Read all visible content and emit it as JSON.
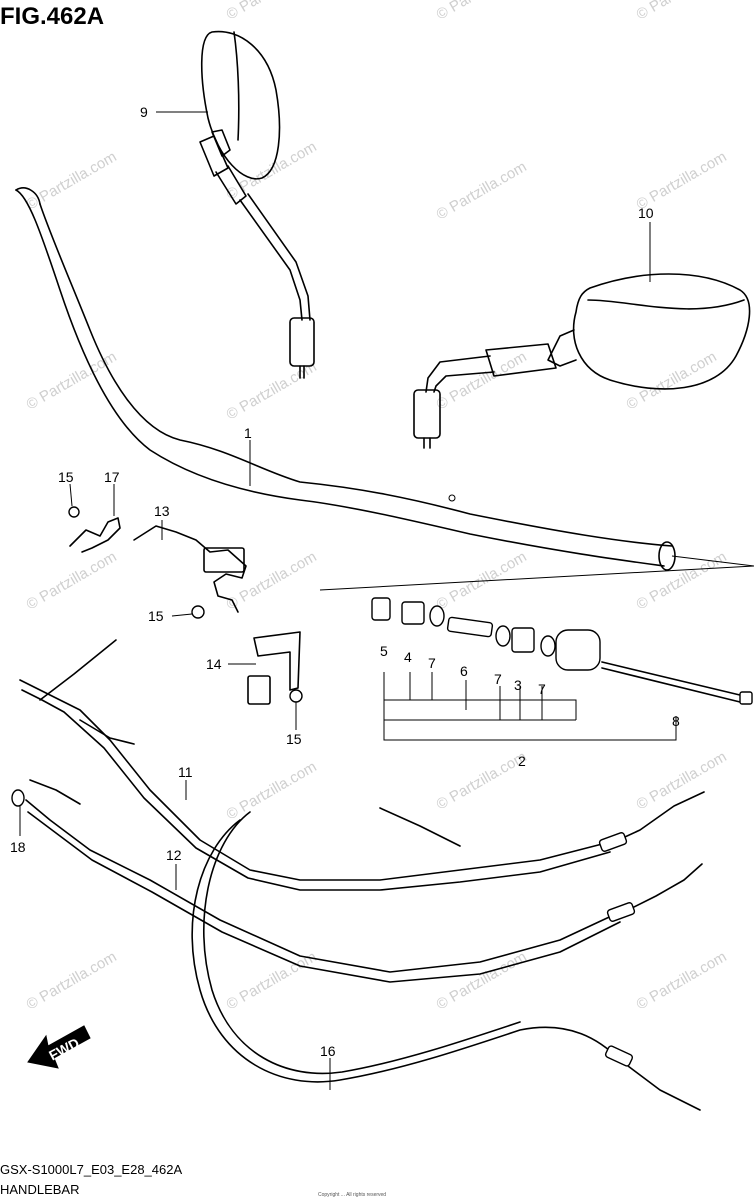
{
  "figure": {
    "title": "FIG.462A",
    "model_code": "GSX-S1000L7_E03_E28_462A",
    "caption": "HANDLEBAR",
    "fwd_label": "FWD",
    "fine_print": "Copyright ... All rights reserved"
  },
  "watermark": {
    "text": "© Partzilla.com",
    "color": "#cfcfcf"
  },
  "callouts": {
    "c1": "1",
    "c2": "2",
    "c3": "3",
    "c4": "4",
    "c5": "5",
    "c6": "6",
    "c7a": "7",
    "c7b": "7",
    "c7c": "7",
    "c8": "8",
    "c9": "9",
    "c10": "10",
    "c11": "11",
    "c12": "12",
    "c13": "13",
    "c14": "14",
    "c15a": "15",
    "c15b": "15",
    "c15c": "15",
    "c16": "16",
    "c17": "17",
    "c18": "18"
  }
}
